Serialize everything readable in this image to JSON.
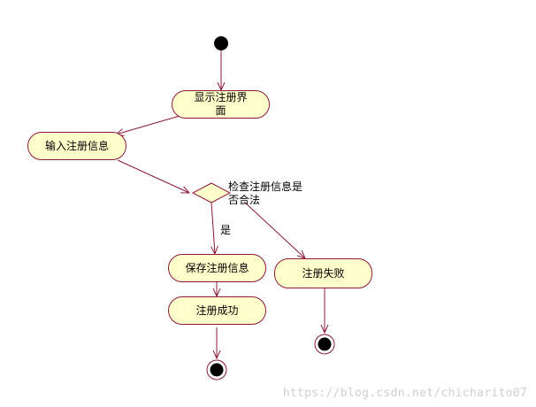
{
  "nodes": {
    "show_register_ui": "显示注册界面",
    "input_register_info": "输入注册信息",
    "decision_check": "检查注册信息是否合法",
    "save_register_info": "保存注册信息",
    "register_success": "注册成功",
    "register_fail": "注册失败"
  },
  "guards": {
    "yes": "是"
  },
  "watermark": "https://blog.csdn.net/chicharito07",
  "colors": {
    "action_fill": "#ffffcc",
    "stroke": "#8b1a3a",
    "initial_node": "#000000"
  }
}
